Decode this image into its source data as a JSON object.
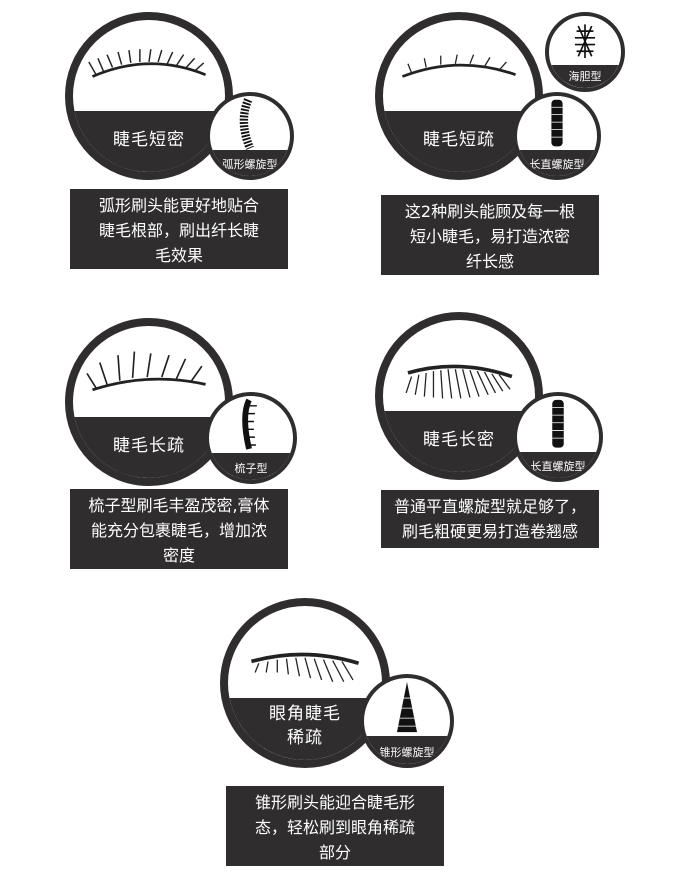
{
  "colors": {
    "dark": "#2f2d2d",
    "background": "#ffffff",
    "text": "#ffffff"
  },
  "cards": [
    {
      "type": "睫毛短密",
      "brush": "弧形螺旋型",
      "desc": [
        "弧形刷头能更好地贴合",
        "睫毛根部，刷出纤长睫",
        "毛效果"
      ]
    },
    {
      "type": "睫毛短疏",
      "brush": "长直螺旋型",
      "brush2": "海胆型",
      "desc": [
        "这2种刷头能顾及每一根",
        "短小睫毛，易打造浓密",
        "纤长感"
      ]
    },
    {
      "type": "睫毛长疏",
      "brush": "梳子型",
      "desc": [
        "梳子型刷毛丰盈茂密,膏体",
        "能充分包裹睫毛，增加浓",
        "密度"
      ]
    },
    {
      "type": "睫毛长密",
      "brush": "长直螺旋型",
      "desc": [
        "普通平直螺旋型就足够了，",
        "刷毛粗硬更易打造卷翘感"
      ]
    },
    {
      "type": [
        "眼角睫毛",
        "稀疏"
      ],
      "brush": "锥形螺旋型",
      "desc": [
        "锥形刷头能迎合睫毛形",
        "态，轻松刷到眼角稀疏",
        "部分"
      ]
    }
  ]
}
